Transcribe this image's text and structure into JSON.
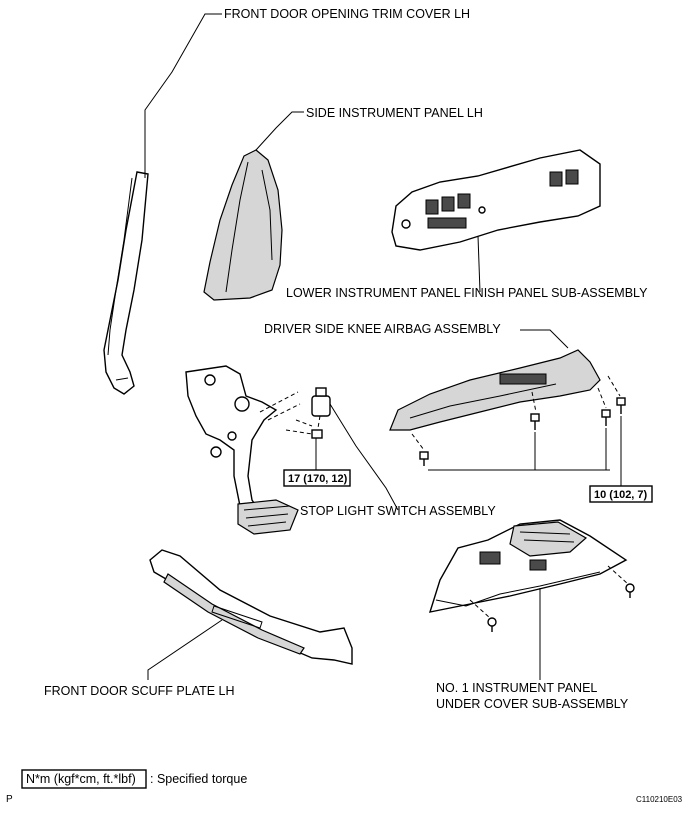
{
  "labels": {
    "front_door_opening_trim_cover": "FRONT DOOR OPENING TRIM COVER LH",
    "side_instrument_panel": "SIDE INSTRUMENT PANEL LH",
    "lower_instrument_panel_finish_panel": "LOWER INSTRUMENT PANEL FINISH PANEL SUB-ASSEMBLY",
    "driver_side_knee_airbag": "DRIVER SIDE KNEE AIRBAG ASSEMBLY",
    "stop_light_switch": "STOP LIGHT SWITCH ASSEMBLY",
    "front_door_scuff_plate": "FRONT DOOR SCUFF PLATE LH",
    "instrument_panel_under_cover_line1": "NO. 1 INSTRUMENT PANEL",
    "instrument_panel_under_cover_line2": "UNDER COVER SUB-ASSEMBLY"
  },
  "torques": {
    "stop_light_switch": "17 (170, 12)",
    "knee_airbag_bolts": "10 (102, 7)"
  },
  "legend": {
    "unit_box": "N*m (kgf*cm, ft.*lbf)",
    "description": ": Specified torque"
  },
  "footer": {
    "page_marker": "P",
    "figure_code": "C110210E03"
  }
}
